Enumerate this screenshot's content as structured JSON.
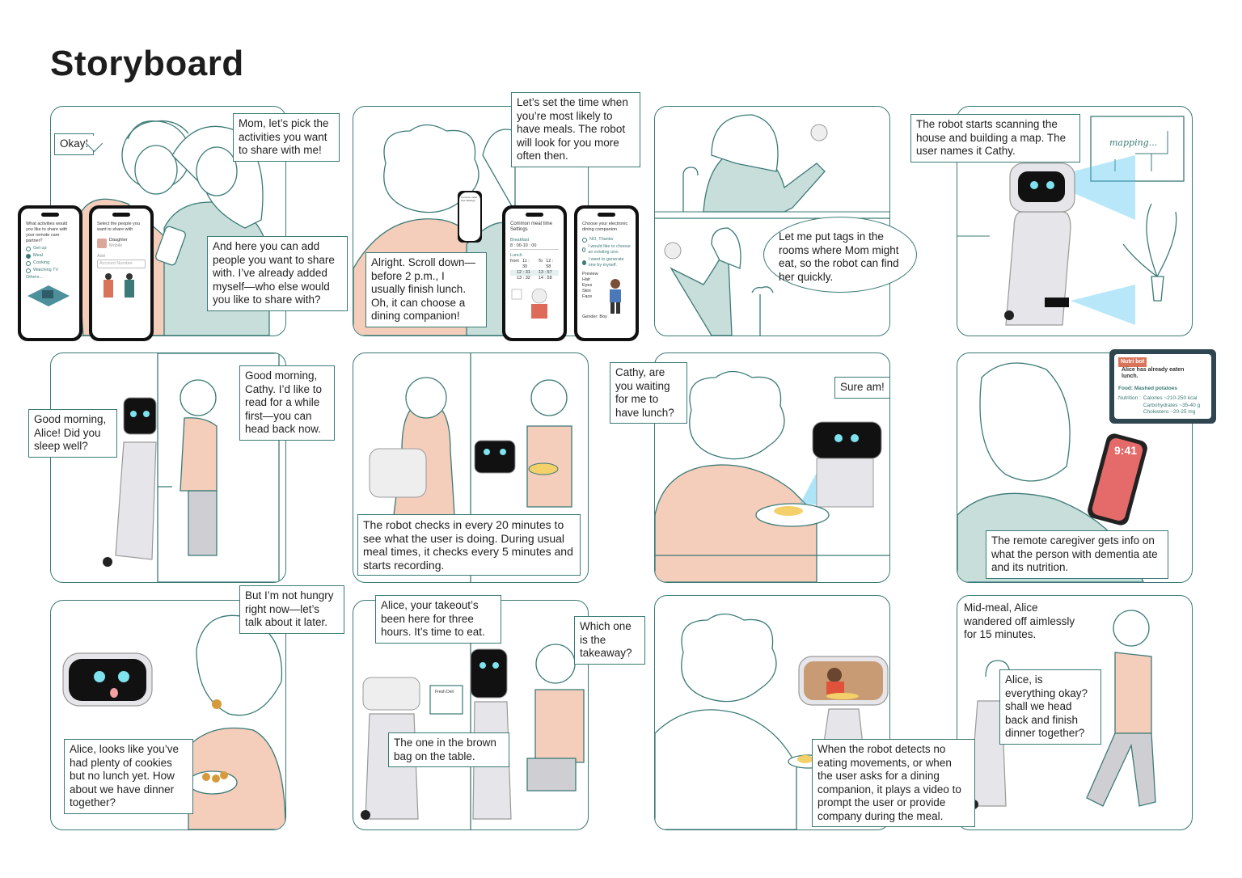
{
  "title": "Storyboard",
  "colors": {
    "accent": "#3b7a76",
    "fill_teal": "#c7dedb",
    "fill_peach": "#f4cdbb",
    "fill_gray": "#cfcfd3",
    "robot_face": "#111111",
    "robot_eye": "#7fe3ef",
    "scan_blue": "#4cc3f0"
  },
  "panels": {
    "p1": {
      "bubble_left": "Okay!",
      "bubble_right": "Mom, let’s pick the activities you want to share with me!",
      "caption": "And here you can add people you want to share with. I’ve already added myself—who else would you like to share with?",
      "phone1": {
        "question": "What activities would you like to share with your remote care partner?",
        "options": [
          "Get up",
          "Meal",
          "Cooking",
          "Watching TV",
          "Others..."
        ]
      },
      "phone2": {
        "question": "Select the people you want to share with",
        "person": "Daughter",
        "person_sub": "Mobile",
        "add_label": "Add",
        "add_placeholder": "Account Number"
      }
    },
    "p2": {
      "bubble_top": "Let’s set the time when you’re most likely to have meals. The robot will look for you more often then.",
      "caption": "Alright. Scroll down—before 2 p.m., I usually finish lunch. Oh, it can choose a dining companion!",
      "phone1": {
        "title": "Common meal time Settings",
        "breakfast": "Breakfast",
        "breakfast_time": "8 : 00-10 : 00",
        "lunch": "Lunch",
        "from": "from",
        "to": "To",
        "times": [
          "11 : 30",
          "12 : 58",
          "12 : 31",
          "13 : 57",
          "13 : 32",
          "14 : 58"
        ]
      },
      "phone2": {
        "title": "Choose your electronic dining companion",
        "options": [
          "NO, Thanks",
          "I would like to choose an existing one.",
          "I want to generate one by myself."
        ],
        "preview": "Preview",
        "fields": [
          "Hair",
          "Eyes",
          "Skin",
          "Face"
        ],
        "gender": "Gender: Boy"
      },
      "tiny_phone": "Common meal time Settings"
    },
    "p3": {
      "bubble": "Let me put tags in the rooms where Mom might eat, so the robot can find her quickly."
    },
    "p4": {
      "caption": "The robot starts scanning the house and building a map. The user names it Cathy.",
      "map_label": "mapping..."
    },
    "p5": {
      "bubble_left": "Good morning, Alice! Did you sleep well?",
      "bubble_right": "Good morning, Cathy. I’d like to read for a while first—you can head back now."
    },
    "p6": {
      "caption": "The robot checks in every 20 minutes to see what the user is doing. During usual meal times, it checks every 5 minutes and starts recording."
    },
    "p7": {
      "bubble_left": "Cathy, are you waiting for me to have lunch?",
      "bubble_right": "Sure am!"
    },
    "p8": {
      "caption": "The remote caregiver gets info on what the person with dementia ate and its nutrition.",
      "phone_time": "9:41",
      "nutri": {
        "logo": "Nutri bot",
        "headline": "Alice has already eaten lunch.",
        "food": "Food: Mashed potatoes",
        "nutrition_label": "Nutrition :",
        "items": [
          "Calories ~210-250 kcal",
          "Carbohydrates ~35-40 g",
          "Cholestero ~20-25 mg"
        ]
      }
    },
    "p9": {
      "bubble_top": "But I’m not hungry right now—let’s talk about it later.",
      "caption": "Alice, looks like you’ve had plenty of cookies but no lunch yet. How about we have dinner together?"
    },
    "p10": {
      "bubble_top": "Alice, your takeout’s been here for three hours. It’s time to eat.",
      "bubble_right": "Which one is the takeaway?",
      "caption": "The one in the brown bag on the table.",
      "bag_label": "Fresh Deli"
    },
    "p11": {
      "caption": "When the robot detects no eating movements, or when the user asks for a dining companion, it plays a video to prompt the user or provide company during the meal."
    },
    "p12": {
      "caption": "Mid-meal, Alice wandered off aimlessly for 15 minutes.",
      "bubble": "Alice, is everything okay?shall we head back and finish dinner together?"
    }
  }
}
